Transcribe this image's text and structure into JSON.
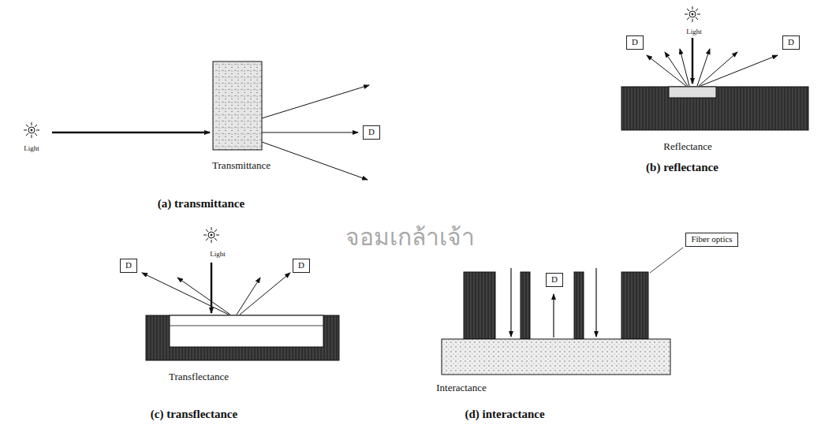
{
  "diagram": {
    "nodes": [
      {
        "text": [
          "D"
        ]
      },
      {
        "text": [
          "D"
        ]
      },
      {
        "text": [
          "D"
        ]
      },
      {
        "text": [
          "D"
        ]
      },
      {
        "text": [
          "D"
        ]
      },
      {
        "text": [
          "D"
        ]
      },
      {
        "text": [
          "Fiber optics"
        ]
      }
    ],
    "labels": [
      "Light",
      "Transmittance",
      "(a) transmittance",
      "Light",
      "Reflectance",
      "(b) reflectance",
      "Light",
      "Transflectance",
      "(c) transflectance",
      "Interactance",
      "(d) interactance",
      "จอมเกล้าเจ้า"
    ]
  }
}
